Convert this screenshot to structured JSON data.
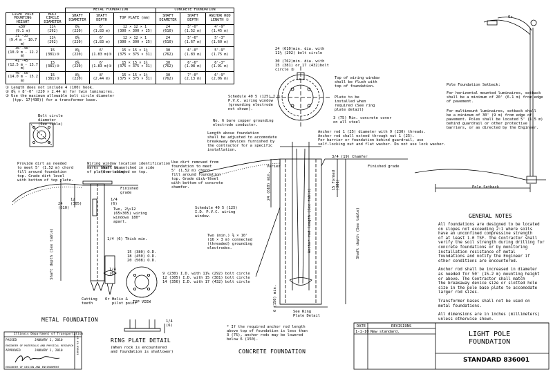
{
  "table": {
    "group_headers": [
      "METAL FOUNDATION",
      "CONCRETE FOUNDATION"
    ],
    "columns": [
      "LIGHT POLE\nMOUNTING HEIGHT",
      "BOLT CIRCLE\nDIAMETER",
      "SHAFT\nDIAMETER",
      "SHAFT\nDEPTH",
      "TOP PLATE (mm)",
      "SHAFT\nDIAMETER",
      "SHAFT\nDEPTH",
      "ANCHOR ROD\nLENGTH ①"
    ],
    "rows": [
      [
        "≤30'\n(9.1 m)",
        "11½\n(292)",
        "8⅝\n(220)",
        "6'\n(1.83 m)",
        "12 × 12 × 1\n(300 × 300 × 25)",
        "24\n(610)",
        "5'-0\"\n(1.52 m)",
        "4'-9\"\n(1.45 m)"
      ],
      [
        "31'-35'\n(9.4 m - 10.7 m)",
        "11½\n(292)",
        "8⅝\n(220)",
        "6'\n(1.83 m)",
        "12 × 12 × 1\n(300 × 300 × 25)",
        "24\n(610)",
        "5'-6\"\n(1.67 m)",
        "5'-3\"\n(1.60 m)"
      ],
      [
        "36'-40'\n(10.9 m - 12.2 m)",
        "15\n(381)③",
        "8⅝\n(220)",
        "6'\n(1.83 m)②",
        "15 × 15 × 1¼\n(375 × 375 × 31)",
        "30\n(762)",
        "6'-0\"\n(1.83 m)",
        "5'-9\"\n(1.75 m)"
      ],
      [
        "41'-45'\n(12.5 m - 13.7 m)",
        "15\n(381)③",
        "8⅝\n(220)",
        "6'\n(1.83 m)②",
        "15 × 15 × 1¼\n(375 × 375 × 31)",
        "30\n(762)",
        "6'-6\"\n(1.98 m)",
        "6'-3\"\n(1.91 m)"
      ],
      [
        "46'-50'\n(14.0 m - 15.2 m)",
        "15\n(381)③",
        "8⅝\n(220)",
        "8'\n(2.44 m)",
        "15 × 15 × 1¼\n(375 × 375 × 31)",
        "30\n(762)",
        "7'-0\"\n(2.13 m)",
        "6'-9\"\n(2.06 m)"
      ]
    ],
    "footnotes": [
      "① Length does not include 4 (100) hook.",
      "② 8⅝ × 8'-0\" (220 × 2.44 m) for twin luminaires.",
      "③ Use the maximum allowable bolt circle diameter",
      "   (typ. 17(430)) for a transformer base."
    ]
  },
  "metal": {
    "title": "METAL FOUNDATION",
    "bolt_circle_label": "Bolt circle\ndiameter\n(See table)",
    "dirt_note": "Provide dirt as needed\nto meet 5' (1.52 m) chord\nfill around foundation\ntop. Grade dirt level\nwith bottom of top plate.",
    "window_note": "Wiring window location identification\nmarks shall be notched in side\nof plate or stamped on top.",
    "shaft_dia": "Shaft dia.\n(See table)",
    "finished_grade": "Finished\ngrade",
    "dim_quarter": "1/4\n(6)",
    "dim_12": "12\n(305)",
    "dim_24": "24\n(610)",
    "windows_note": "Two, 2½×12\n(65×305) wiring\nwindows 180°\napart.",
    "thick_min": "1/4 (6) Thick min.",
    "shaft_depth": "Shaft depth (See table)",
    "cutting_teeth": "Cutting\nteeth",
    "or": "Or",
    "helix": "Helix &\npilot point",
    "dim_bottom": "1/4\n(6)"
  },
  "ring": {
    "title": "RING PLATE DETAIL",
    "subtitle": "(When rock is encountered\nand foundation is shallower)",
    "top_view": "TOP VIEW",
    "dims": "15 (380) O.D.\n18 (450) O.D.\n20 (508) O.D.",
    "bolt_notes": "9 (230) I.D. with 11½ (292) bolt circle\n12 (305) I.D. with 15 (381) bolt circle\n14 (356) I.D. with 17 (432) bolt circle",
    "dim_quarter": "1/4\n(6)"
  },
  "concrete": {
    "title": "CONCRETE FOUNDATION",
    "top_dims": "24 (610)min. dia. with\n11½ (292) bolt circle\n\n30 (762)min. dia. with\n15 (381) or 17 (432)bolt\ncircle ③",
    "wiring_window_note": "Top of wiring window\nshall be flush with\ntop of foundation.",
    "plate_note": "Plate to be\ninstalled when\nrequired (See ring\nplate detail)",
    "pvc_note": "Schedule 40 5 (125) I.D.\nP.V.C. wiring window\n(grounding electrode\nnot shown).",
    "cover_note": "3 (75) Min. concrete cover\non all steel",
    "copper_note": "No. 6 bare copper grounding\nelectrode conductor.",
    "anchor_note": "Anchor rod 1 (25) diameter with 9 (230) threads.\nAnchor rod shall extend through nut 1 (25).\nFor barrier or foundation behind guardrail, use\nself-locking nut and flat washer. Do not use lock washer.",
    "length_note": "Length above foundation\nshall be adjusted to accomodate\nbreakaway devices furnished by\nthe contractor for a specific\ninstallation.",
    "dirt_note": "Use dirt removed from\nfoundation to meet\n5' (1.52 m) chord\nfill around foundation\ntop. Grade dirt level\nwith bottom of concrete\nchamfer.",
    "varies": "Varies",
    "chamfer": "3/4 (19) Chamfer",
    "finished_grade": "Finished grade",
    "dim_24": "24 (610) min.",
    "formed": "15 Formed\n(381)",
    "pvc2": "Schedule 40 5 (125)\nI.D. P.V.C. wiring\nwindow.",
    "grounding": "Two (min.) ⅜ × 10'\n(16 × 3 m) connected\n(threaded) grounding\nelectrodes.",
    "anchor_len": "Anchor rod length (See table)",
    "shaft_depth": "Shaft depth (See table)",
    "min6": "6 (150) min.",
    "ring_plate": "See Ring\nPlate Detail",
    "footnote": "* If the required anchor rod length\nabove top of foundation is less than\n3 (75), anchor rods may be lowered\nbelow 6 (150)."
  },
  "setback": {
    "or": "Or",
    "pole_setback": "Pole Setback",
    "title": "Pole Foundation Setback:",
    "p1": "For horizontal  mounted luminaires, setback\nshall  be a minimum of 20' (6.1 m) from edge\nof pavement.",
    "p2": "For multimount luminaires, setback shall\nbe a minimum of 30' (9 m) from edge of\npavement. Poles shall be located 5' (1.5 m)\nbehind guardrail  or other protective\nbarriers, or as directed by the Engineer."
  },
  "notes": {
    "title": "GENERAL NOTES",
    "paragraphs": [
      "All foundations are designed to be located\non slopes not exceeding 2:1 where soils\nhave an unconfined compressive strength\nof at least 1.0 TSF. The Contractor shall\nverify the soil strength during drilling for\nconcrete foundations or by monitoring\ninstallation resistance of metal\nfoundations and notify the Engineer if\nother conditions are encountered.",
      "Anchor rod shall be increased in diameter\nas needed for 50' (15.2 m) mounting height\nor above. The Contractor shall match\nthe breakaway device size or slotted hole\nsize in the pole base plate to accomodate\nlarger rod sizes.",
      "Transformer bases shall not be used on\nmetal foundations.",
      "All dimensions are in inches (millimeters)\nunless otherwise shown."
    ]
  },
  "titleblock": {
    "date_hdr": "DATE",
    "rev_hdr": "REVISIONS",
    "date": "1-1-10",
    "rev": "New standard.",
    "title": "LIGHT POLE\nFOUNDATION",
    "standard": "STANDARD 836001"
  },
  "idot": {
    "agency": "Illinois Department of Transportation",
    "passed": "PASSED",
    "passed_date": "JANUARY 1,    2010",
    "eng1": "ENGINEER OF MATERIALS AND PHYSICAL RESEARCH",
    "approved": "APPROVED",
    "approved_date": "JANUARY 1,    2010",
    "eng2": "ENGINEER OF DESIGN AND ENVIRONMENT",
    "side_code": "01-01-836001"
  }
}
